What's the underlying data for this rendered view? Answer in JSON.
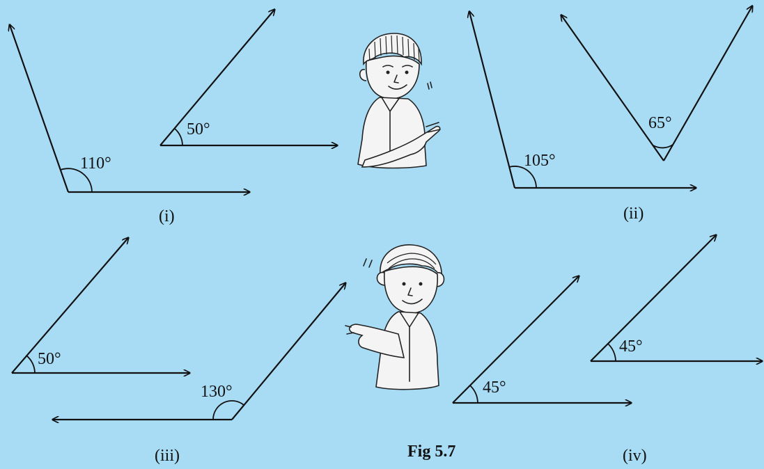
{
  "colors": {
    "background": "#a8dcf5",
    "ink": "#111111"
  },
  "pairs": [
    {
      "label": "(i)",
      "angles": [
        "110°",
        "50°"
      ]
    },
    {
      "label": "(ii)",
      "angles": [
        "105°",
        "65°"
      ]
    },
    {
      "label": "(iii)",
      "angles": [
        "50°",
        "130°"
      ]
    },
    {
      "label": "(iv)",
      "angles": [
        "45°",
        "45°"
      ]
    }
  ],
  "caption": "Fig 5.7",
  "figures": [
    "boy-cartoon",
    "girl-cartoon"
  ]
}
